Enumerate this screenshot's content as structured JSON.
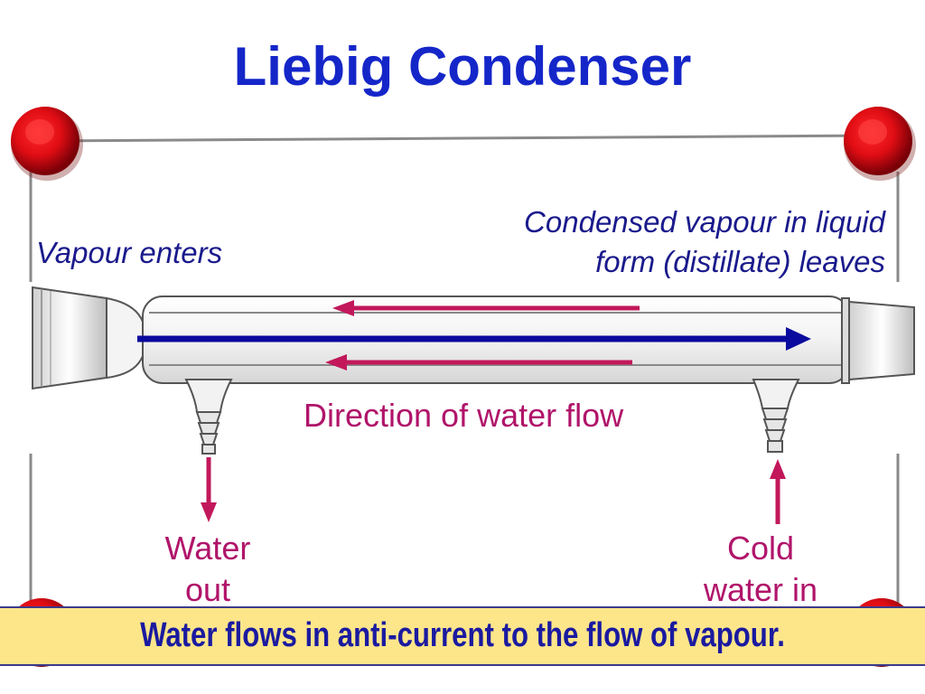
{
  "title": "Liebig Condenser",
  "labels": {
    "vapour_enters": "Vapour enters",
    "condensed_line1": "Condensed vapour in liquid",
    "condensed_line2": "form (distillate) leaves",
    "direction": "Direction of water flow",
    "water_out_line1": "Water",
    "water_out_line2": "out",
    "cold_in_line1": "Cold",
    "cold_in_line2": "water in"
  },
  "banner": "Water flows in anti-current to the flow of  vapour.",
  "colors": {
    "title": "#1526c9",
    "label_blue": "#1a1a8c",
    "water_arrow": "#c2185b",
    "vapour_arrow": "#0a0a9e",
    "banner_bg": "#fde58a",
    "banner_text": "#1a1aa0",
    "pin_red": "#e8141e"
  }
}
